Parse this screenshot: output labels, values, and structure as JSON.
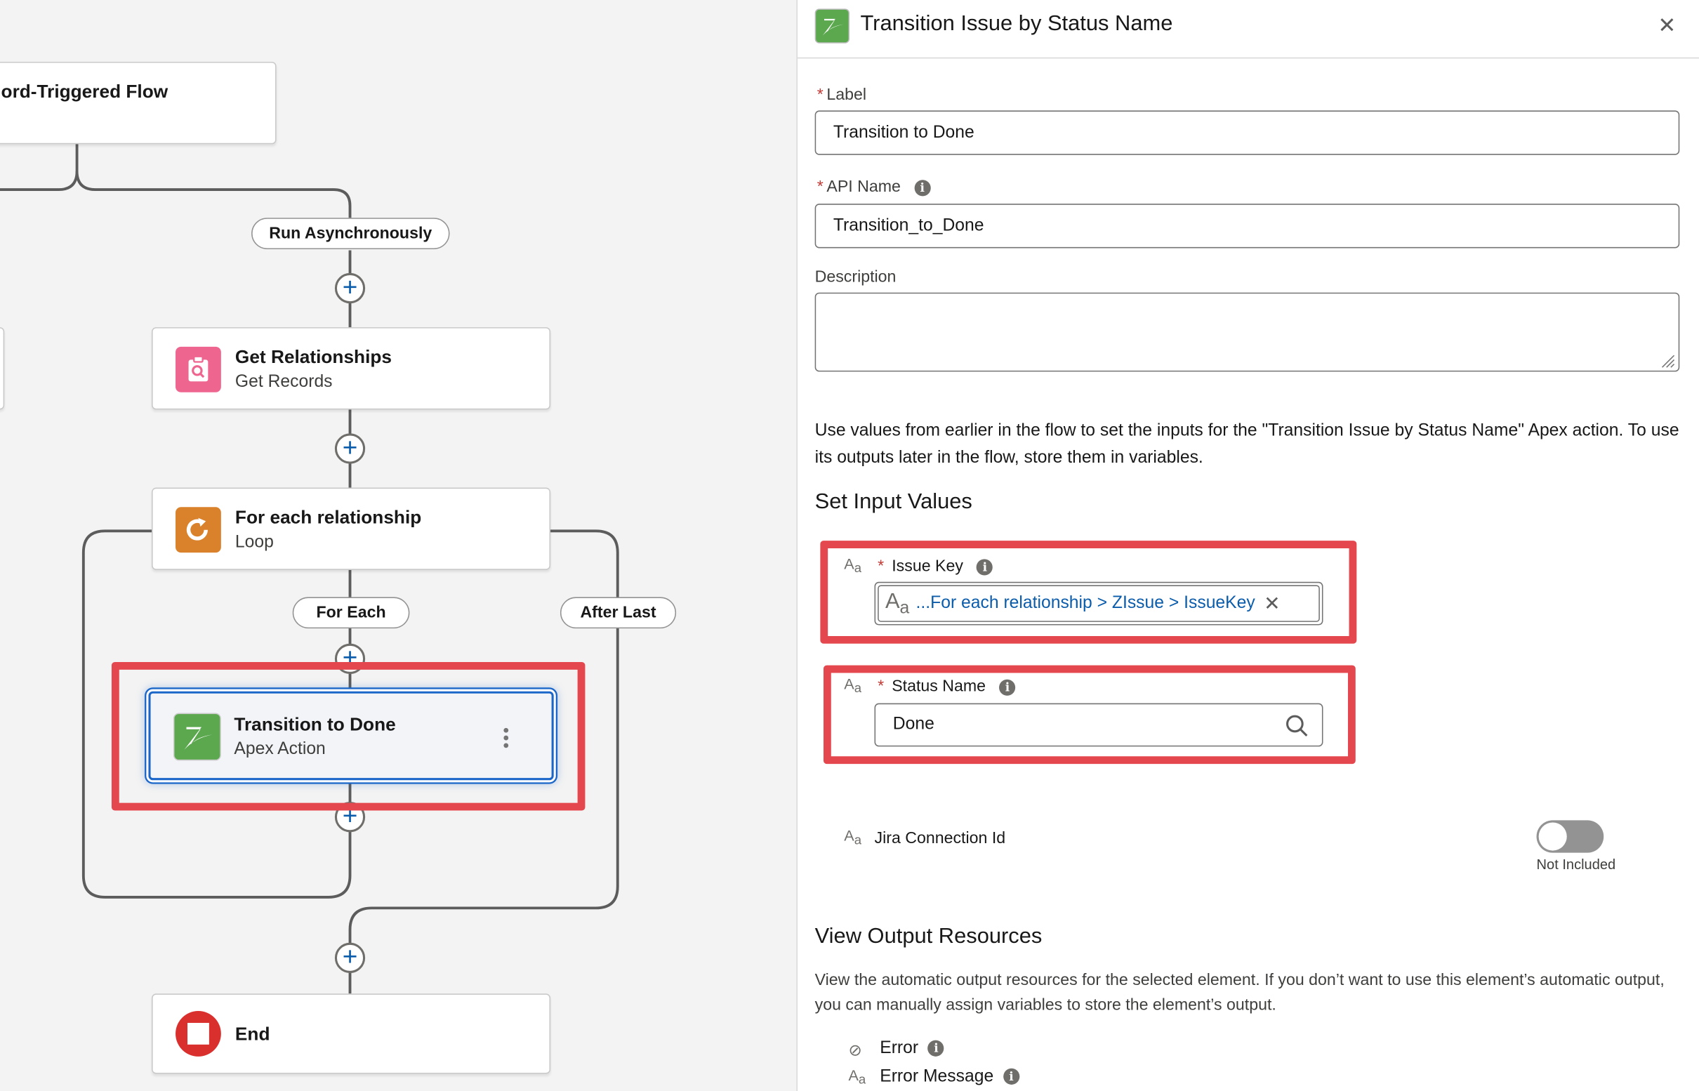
{
  "canvas": {
    "start_node": {
      "title": "ord-Triggered Flow"
    },
    "run_async_label": "Run Asynchronously",
    "nodes": [
      {
        "title": "Get Relationships",
        "type": "Get Records",
        "icon": "get-records-icon",
        "color": "#ee6590"
      },
      {
        "title": "For each relationship",
        "type": "Loop",
        "icon": "loop-icon",
        "color": "#d9822b"
      },
      {
        "title": "Transition to Done",
        "type": "Apex Action",
        "icon": "zagile-logo-icon",
        "color": "#5ba84e",
        "selected": true
      },
      {
        "title": "End",
        "icon": "stop-icon",
        "color": "#d9302e"
      }
    ],
    "for_each_label": "For Each",
    "after_last_label": "After Last",
    "highlight_color": "#e4484e"
  },
  "panel": {
    "title": "Transition Issue by Status Name",
    "close_label": "✕",
    "label_field": {
      "label": "Label",
      "value": "Transition to Done"
    },
    "api_name_field": {
      "label": "API Name",
      "value": "Transition_to_Done"
    },
    "description_field": {
      "label": "Description",
      "value": ""
    },
    "intro": "Use values from earlier in the flow to set the inputs for the \"Transition Issue by Status Name\" Apex action. To use its outputs later in the flow, store them in variables.",
    "set_input_heading": "Set Input Values",
    "inputs": [
      {
        "label": "Issue Key",
        "required": true,
        "value": "...For each relationship > ZIssue > IssueKey"
      },
      {
        "label": "Status Name",
        "required": true,
        "value": "Done"
      },
      {
        "label": "Jira Connection Id",
        "required": false,
        "included": false,
        "toggle_label": "Not Included"
      }
    ],
    "output_heading": "View Output Resources",
    "output_desc": "View the automatic output resources for the selected element. If you don’t want to use this element’s automatic output, you can manually assign variables to store the element’s output.",
    "outputs": [
      {
        "label": "Error",
        "icon": "record-icon"
      },
      {
        "label": "Error Message",
        "icon": "text-icon"
      }
    ],
    "type_icon_text": "A",
    "type_icon_sub": "a"
  }
}
